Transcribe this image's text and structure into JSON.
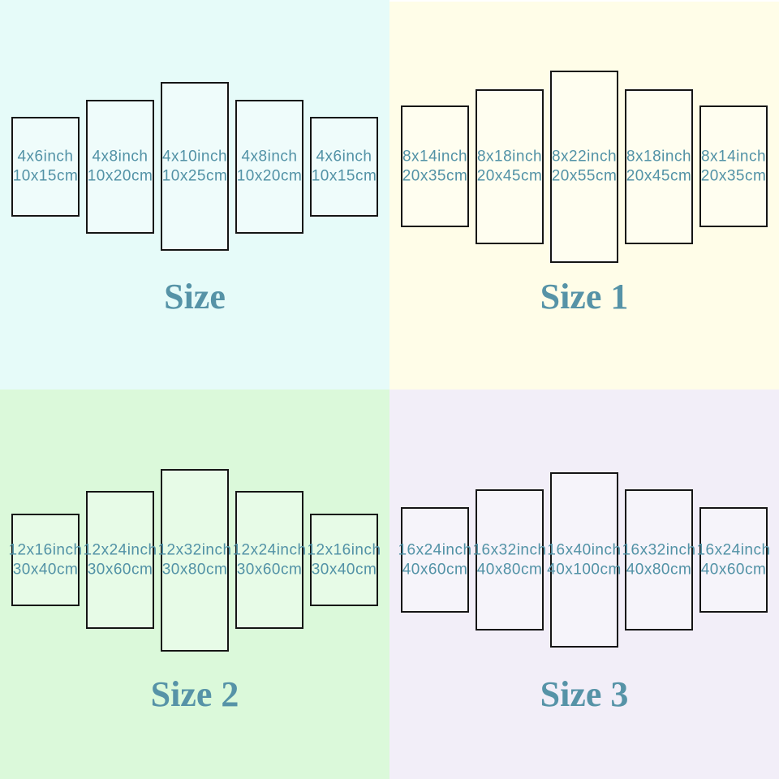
{
  "colors": {
    "panel_border": "#151515",
    "panel_label": "#5292a6",
    "title": "#5693a7",
    "quadrant_backgrounds": [
      "#e6fbf9",
      "#fffde8",
      "#dbf9da",
      "#f2eef8"
    ]
  },
  "quadrants": [
    {
      "title": "Size",
      "bg": "#e6fbf9",
      "panels": [
        {
          "inch": "4x6inch",
          "cm": "10x15cm",
          "size": "outer"
        },
        {
          "inch": "4x8inch",
          "cm": "10x20cm",
          "size": "mid"
        },
        {
          "inch": "4x10inch",
          "cm": "10x25cm",
          "size": "center"
        },
        {
          "inch": "4x8inch",
          "cm": "10x20cm",
          "size": "mid"
        },
        {
          "inch": "4x6inch",
          "cm": "10x15cm",
          "size": "outer"
        }
      ]
    },
    {
      "title": "Size 1",
      "bg": "#fffde8",
      "panels": [
        {
          "inch": "8x14inch",
          "cm": "20x35cm",
          "size": "outer"
        },
        {
          "inch": "8x18inch",
          "cm": "20x45cm",
          "size": "mid"
        },
        {
          "inch": "8x22inch",
          "cm": "20x55cm",
          "size": "center"
        },
        {
          "inch": "8x18inch",
          "cm": "20x45cm",
          "size": "mid"
        },
        {
          "inch": "8x14inch",
          "cm": "20x35cm",
          "size": "outer"
        }
      ]
    },
    {
      "title": "Size 2",
      "bg": "#dbf9da",
      "panels": [
        {
          "inch": "12x16inch",
          "cm": "30x40cm",
          "size": "outer"
        },
        {
          "inch": "12x24inch",
          "cm": "30x60cm",
          "size": "mid"
        },
        {
          "inch": "12x32inch",
          "cm": "30x80cm",
          "size": "center"
        },
        {
          "inch": "12x24inch",
          "cm": "30x60cm",
          "size": "mid"
        },
        {
          "inch": "12x16inch",
          "cm": "30x40cm",
          "size": "outer"
        }
      ]
    },
    {
      "title": "Size 3",
      "bg": "#f2eef8",
      "panels": [
        {
          "inch": "16x24inch",
          "cm": "40x60cm",
          "size": "outer"
        },
        {
          "inch": "16x32inch",
          "cm": "40x80cm",
          "size": "mid"
        },
        {
          "inch": "16x40inch",
          "cm": "40x100cm",
          "size": "center"
        },
        {
          "inch": "16x32inch",
          "cm": "40x80cm",
          "size": "mid"
        },
        {
          "inch": "16x24inch",
          "cm": "40x60cm",
          "size": "outer"
        }
      ]
    }
  ]
}
